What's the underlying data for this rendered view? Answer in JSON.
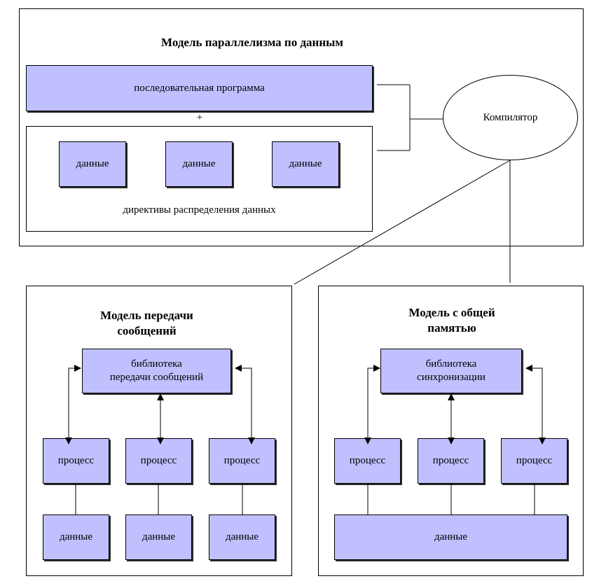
{
  "top": {
    "title": "Модель параллелизма по данным",
    "program": "последовательная программа",
    "plus": "+",
    "data_labels": [
      "данные",
      "данные",
      "данные"
    ],
    "directives": "директивы распределения данных"
  },
  "compiler": {
    "label": "Компилятор"
  },
  "message_passing": {
    "title_line1": "Модель передачи",
    "title_line2": "сообщений",
    "lib_line1": "библиотека",
    "lib_line2": "передачи сообщений",
    "processes": [
      "процесс",
      "процесс",
      "процесс"
    ],
    "data": [
      "данные",
      "данные",
      "данные"
    ]
  },
  "shared_memory": {
    "title_line1": "Модель с общей",
    "title_line2": "памятью",
    "lib_line1": "библиотека",
    "lib_line2": "синхронизации",
    "processes": [
      "процесс",
      "процесс",
      "процесс"
    ],
    "data": "данные"
  },
  "colors": {
    "box_fill": "#c0c0ff",
    "stroke": "#000000"
  }
}
